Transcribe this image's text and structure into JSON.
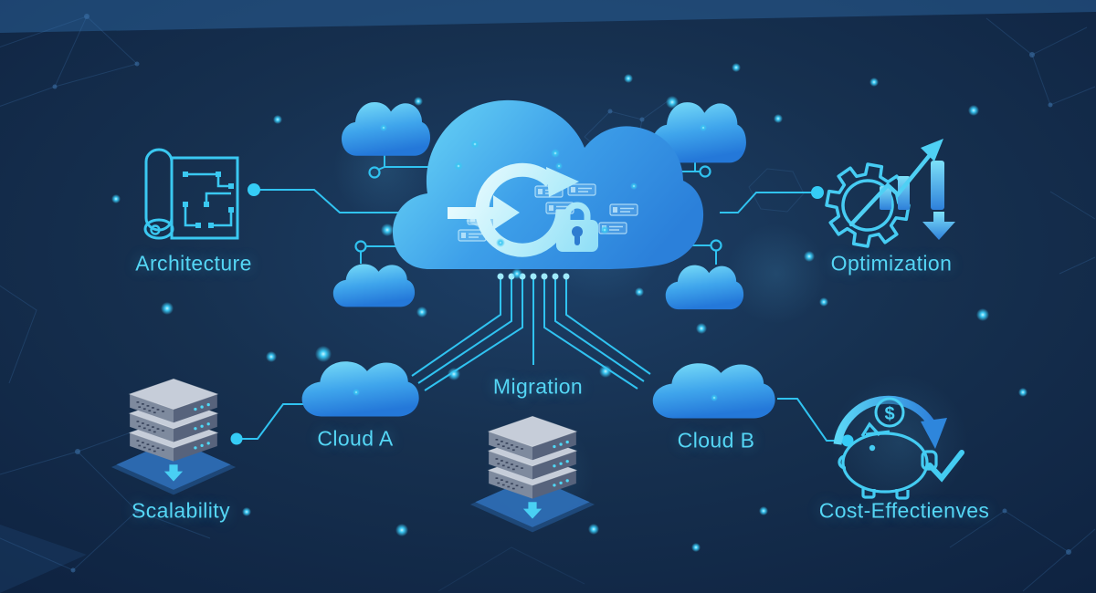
{
  "labels": {
    "architecture": "Architecture",
    "optimization": "Optimization",
    "cloud_a": "Cloud A",
    "migration": "Migration",
    "cloud_b": "Cloud B",
    "scalability": "Scalability",
    "cost_effectiveness": "Cost-Effectienves"
  },
  "icons": {
    "dollar_sign": "$",
    "names": [
      "blueprint-icon",
      "cloud-icon",
      "sync-icon",
      "transfer-arrow-icon",
      "padlock-icon",
      "data-chip-icon",
      "gear-icon",
      "growth-arrow-icon",
      "bar-chart-icon",
      "down-arrow-icon",
      "server-stack-icon",
      "platform-arrow-icon",
      "piggy-bank-icon",
      "coin-icon",
      "checkmark-icon",
      "circuit-dot",
      "circuit-ring"
    ]
  },
  "colors": {
    "background": "#16304f",
    "accent_cyan": "#30c3f1",
    "label_text": "#55d6f5",
    "cloud_top": "#74dbf7",
    "cloud_bottom": "#2376d8",
    "server_top": "#c6cdd9",
    "server_front": "#7e8a9e",
    "server_side": "#57637c",
    "platform_blue": "#2d6cb2"
  }
}
